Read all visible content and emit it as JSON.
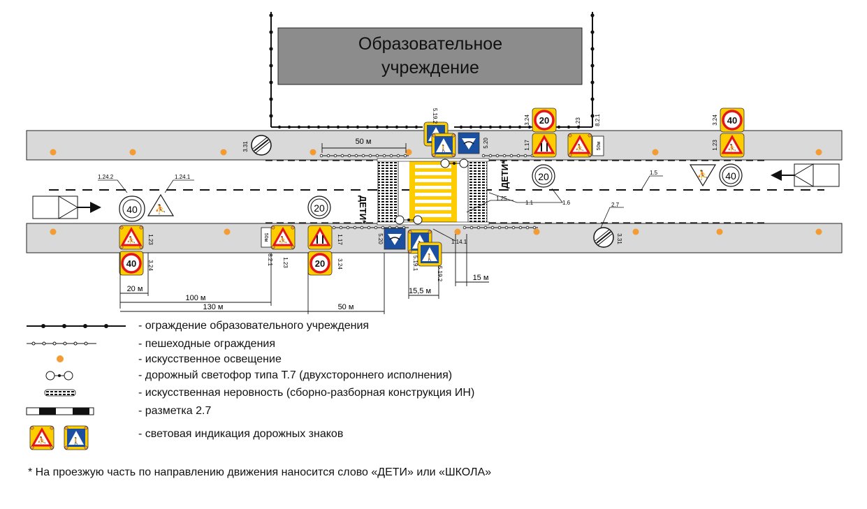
{
  "building": {
    "label_line1": "Образовательное",
    "label_line2": "учреждение"
  },
  "colors": {
    "road": "#d9d9d9",
    "building": "#8c8c8c",
    "lamp": "#f39c34",
    "sign_back": "#ffcc00",
    "sign_red": "#e3161b",
    "sign_blue": "#1b4fa0"
  },
  "sign_codes": {
    "s331": "3.31",
    "s524": "3.24",
    "s123": "1.23",
    "s117": "1.17",
    "s520": "5.20",
    "s5191": "5.19.1",
    "s5192": "5.19.2",
    "s821": "8.2.1"
  },
  "speed": {
    "v20": "20",
    "v40": "40"
  },
  "marking": {
    "m1_24_2": "1.24.2",
    "m1_24_1": "1.24.1",
    "m1_5": "1.5",
    "m1_6": "1.6",
    "m1_1": "1.1",
    "m1_25": "1.25",
    "m1_14_1": "1.14.1",
    "m2_7": "2.7"
  },
  "road_word": "ДЕТИ*",
  "plate_text": "50м",
  "dimensions": {
    "d50_top": "50 м",
    "d20": "20 м",
    "d100": "100 м",
    "d130": "130 м",
    "d50_bottom": "50 м",
    "d15_5": "15,5 м",
    "d15": "15 м"
  },
  "legend": {
    "fence_school": "- ограждение образовательного учреждения",
    "fence_ped": "- пешеходные ограждения",
    "lighting": "- искусственное освещение",
    "traffic_light": "- дорожный светофор типа Т.7 (двухстороннего исполнения)",
    "speed_bump": "- искусственная неровность (сборно-разборная конструкция ИН)",
    "marking27": "- разметка 2.7",
    "sign_light": "- световая индикация дорожных знаков"
  },
  "footnote": "* На проезжую часть по направлению движения наносится слово «ДЕТИ» или «ШКОЛА»"
}
